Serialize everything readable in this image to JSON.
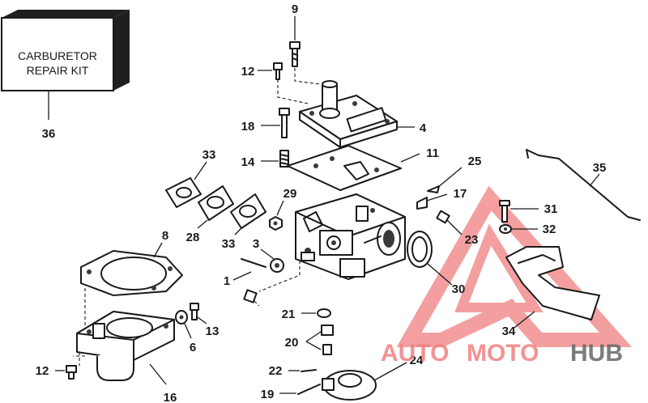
{
  "kit_box": {
    "line1": "CARBURETOR",
    "line2": "REPAIR KIT"
  },
  "callouts": [
    "36",
    "9",
    "12",
    "18",
    "4",
    "14",
    "11",
    "25",
    "33",
    "28",
    "33",
    "29",
    "17",
    "35",
    "8",
    "3",
    "31",
    "32",
    "23",
    "1",
    "30",
    "21",
    "13",
    "6",
    "20",
    "34",
    "12",
    "22",
    "24",
    "16",
    "19"
  ],
  "watermark": {
    "part1": "AUTO",
    "part2": "MOTO",
    "part3": "HUB",
    "color_main": "#f08080",
    "color_hub": "#666666"
  }
}
